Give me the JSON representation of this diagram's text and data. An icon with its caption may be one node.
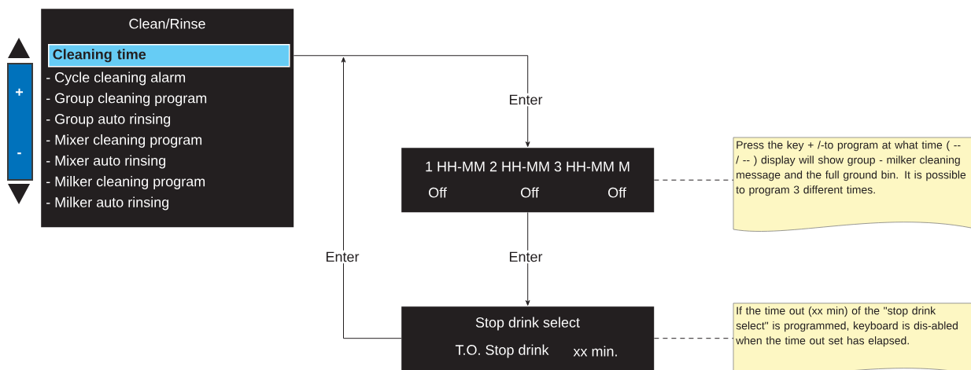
{
  "diagram": {
    "nodes": [
      {
        "text": [
          "+",
          "-"
        ]
      },
      {
        "text": [
          "Clean/Rinse",
          "- Cycle cleaning alarm",
          "- Group cleaning program",
          "- Group auto rinsing",
          "- Mixer cleaning program",
          "- Mixer auto rinsing",
          "- Milker cleaning program",
          "- Milker auto rinsing"
        ]
      },
      {
        "text": [
          "Cleaning time"
        ],
        "in": 1
      },
      {
        "text": [
          "1 HH-MM 2 HH-MM 3 HH-MM M",
          "Off",
          "Off",
          "Off"
        ]
      },
      {
        "text": [
          "Stop drink select",
          "T.O. Stop drink",
          "xx min."
        ]
      },
      {
        "text": [
          "Press the key + /-to program at what time ( -- / -- ) display will show group - milker cleaning message and the full ground bin. It is possible to program 3 different times."
        ]
      },
      {
        "text": [
          "If the time out (xx min) of the \"stop drink select\" is programmed, keyboard is dis-abled when the time out set has elapsed."
        ]
      }
    ],
    "edges": [
      {
        "from": 2,
        "to": 3,
        "arrow": "to",
        "label": "Enter"
      },
      {
        "from": 3,
        "to": 4,
        "arrow": "to",
        "label": "Enter"
      },
      {
        "from": 4,
        "to": 2,
        "arrow": "to",
        "label": "Enter"
      },
      {
        "from": 3,
        "to": 5,
        "arrow": "none",
        "style": "dashed"
      },
      {
        "from": 4,
        "to": 6,
        "arrow": "none",
        "style": "dashed"
      }
    ]
  }
}
